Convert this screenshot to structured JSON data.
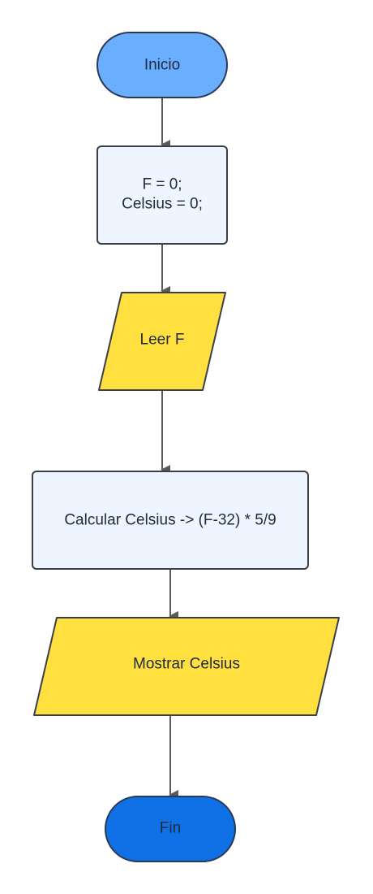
{
  "diagram": {
    "nodes": {
      "start": {
        "label": "Inicio",
        "shape": "terminal",
        "fill": "#6AAEFF",
        "stroke": "#2A3A55"
      },
      "init": {
        "lines": [
          "F = 0;",
          "Celsius = 0;"
        ],
        "shape": "process",
        "fill": "#EEF5FF",
        "stroke": "#3A3F4A"
      },
      "read": {
        "label": "Leer F",
        "shape": "input-output",
        "fill": "#FFE03F",
        "stroke": "#3A3F4A"
      },
      "calc": {
        "label": "Calcular Celsius -> (F-32) * 5/9",
        "shape": "process",
        "fill": "#EEF5FF",
        "stroke": "#3A3F4A"
      },
      "show": {
        "label": "Mostrar Celsius",
        "shape": "input-output",
        "fill": "#FFE03F",
        "stroke": "#3A3F4A"
      },
      "end": {
        "label": "Fin",
        "shape": "terminal",
        "fill": "#1070E6",
        "stroke": "#2A3A55"
      }
    },
    "edges": [
      {
        "from": "start",
        "to": "init"
      },
      {
        "from": "init",
        "to": "read"
      },
      {
        "from": "read",
        "to": "calc"
      },
      {
        "from": "calc",
        "to": "show"
      },
      {
        "from": "show",
        "to": "end"
      }
    ],
    "colors": {
      "connector": "#5A5A5A",
      "text": "#1F2A3A"
    }
  }
}
